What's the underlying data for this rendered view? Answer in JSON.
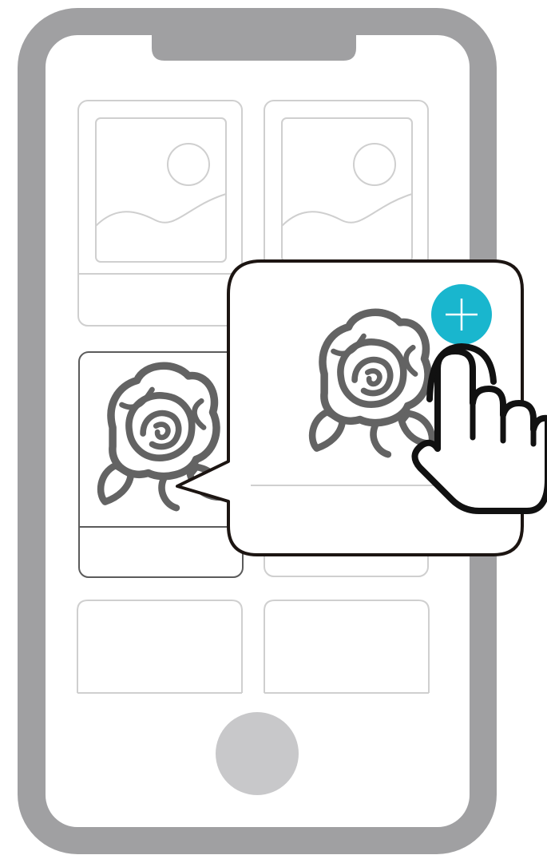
{
  "colors": {
    "phone_frame": "#a0a0a2",
    "screen": "#ffffff",
    "placeholder_stroke": "#cfcfcf",
    "selected_stroke": "#5b5b5b",
    "rose_stroke": "#636363",
    "callout_stroke": "#1c1512",
    "add_button": "#19b6ce",
    "home_button": "#c8c8ca",
    "hand_stroke": "#111111"
  },
  "icons": {
    "image_placeholder": "image-placeholder-icon",
    "rose": "rose-icon",
    "add": "plus-icon",
    "pointer": "pointing-hand-icon"
  },
  "grid": {
    "rows": [
      [
        "image-card",
        "image-card"
      ],
      [
        "rose-card-selected",
        "card-partial"
      ],
      [
        "card-empty",
        "card-empty"
      ]
    ]
  }
}
